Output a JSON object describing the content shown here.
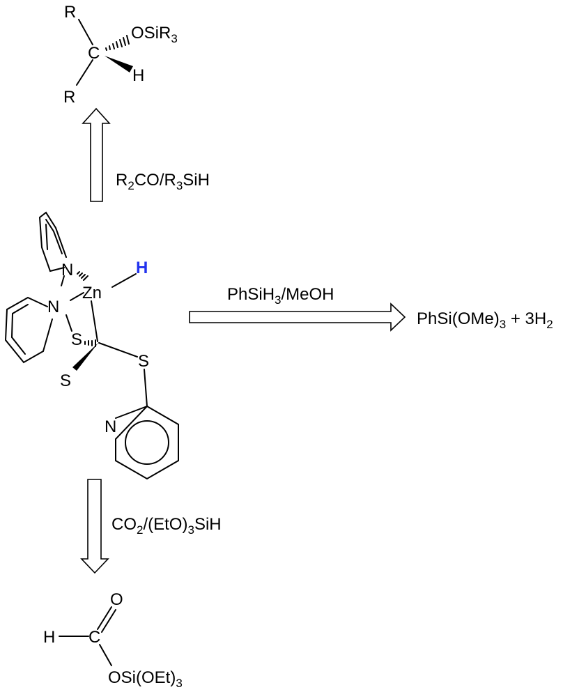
{
  "top_product": {
    "r_upper": "R",
    "r_lower": "R",
    "carbon": "C",
    "osi_main": "OSiR",
    "osi_sub": "3",
    "hydrogen": "H"
  },
  "up_arrow_label": {
    "a": "R",
    "a_sub": "2",
    "b": "CO/R",
    "b_sub": "3",
    "c": "SiH"
  },
  "right_arrow_label": {
    "a": "PhSiH",
    "a_sub": "3",
    "b": "/MeOH"
  },
  "right_product": {
    "a": "PhSi(OMe)",
    "a_sub": "3",
    "b": " + 3H",
    "b_sub": "2"
  },
  "down_arrow_label": {
    "a": "CO",
    "a_sub": "2",
    "b": "/(EtO)",
    "b_sub": "3",
    "c": "SiH"
  },
  "complex": {
    "metal": "Zn",
    "hydride": "H",
    "hydride_color": "#2233ee",
    "n_upper": "N",
    "n_left": "N",
    "s_inner": "S",
    "s_lower": "S",
    "s_right": "S",
    "n_pyridine": "N"
  },
  "bottom_product": {
    "hydrogen": "H",
    "carbon": "C",
    "oxygen": "O",
    "osi_main": "OSi(OEt)",
    "osi_sub": "3"
  }
}
